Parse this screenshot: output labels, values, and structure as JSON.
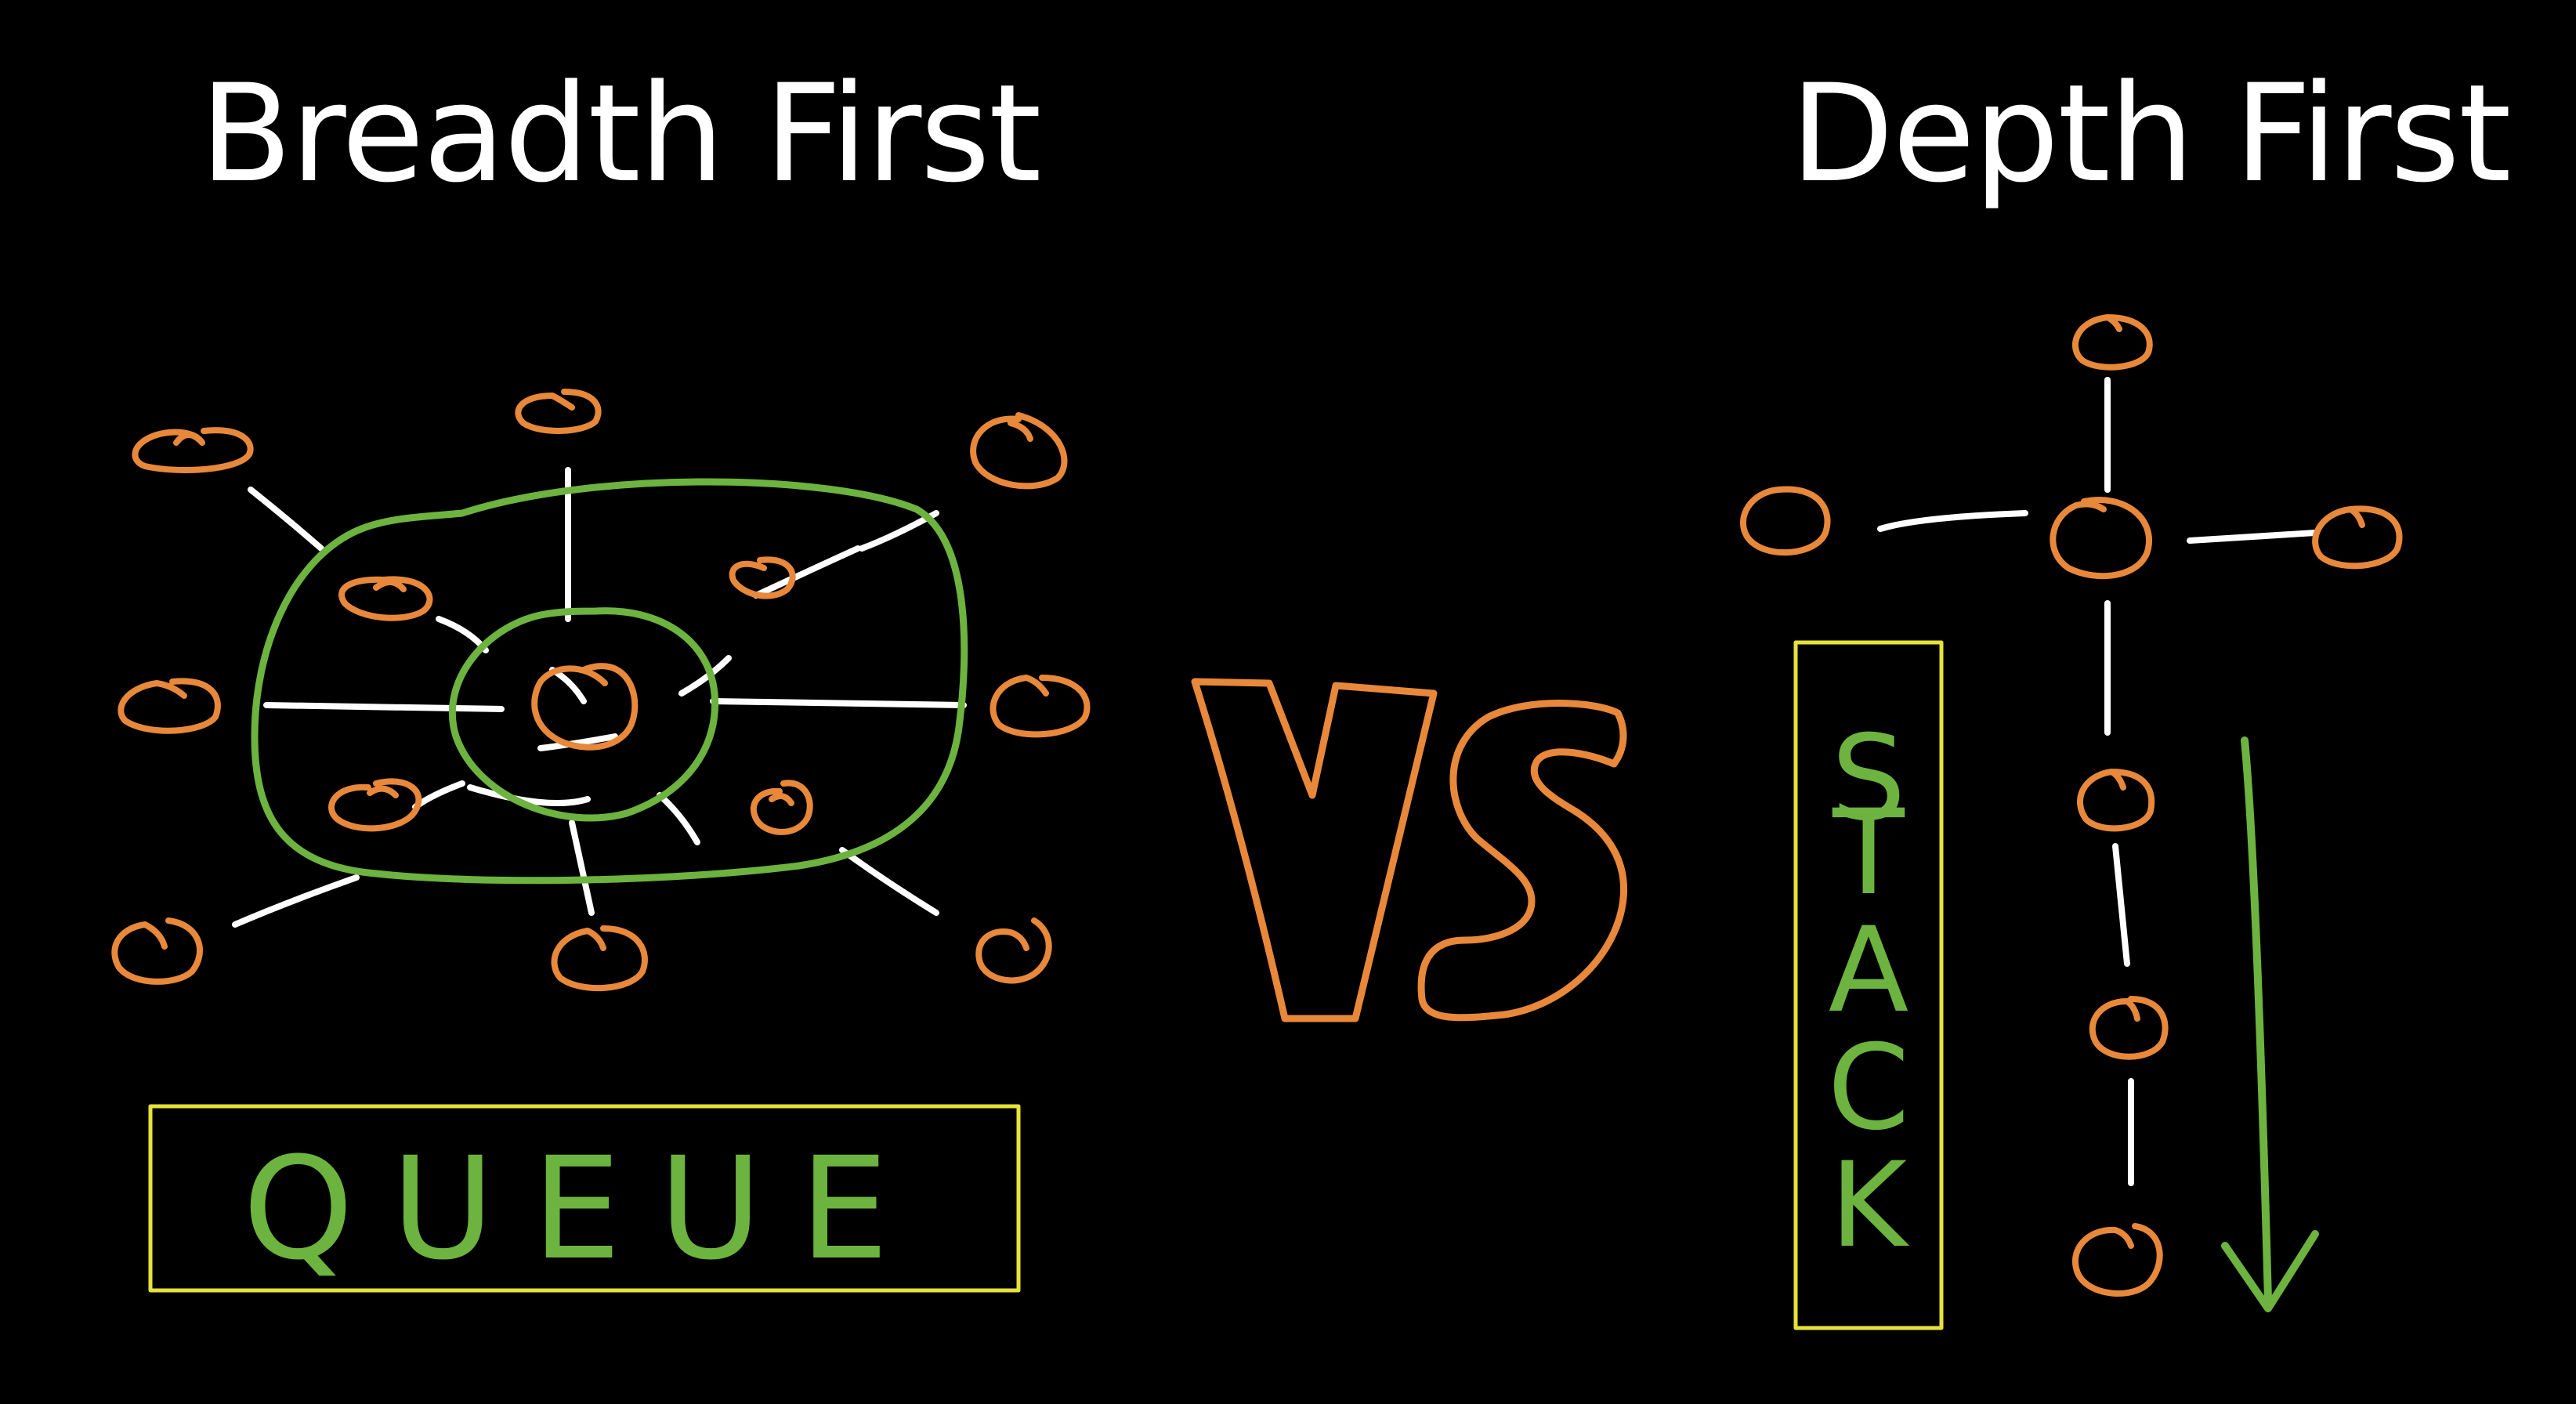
{
  "titles": {
    "left": "Breadth First",
    "right": "Depth First"
  },
  "labels": {
    "vs": "VS",
    "queue": "QUEUE",
    "stack": "STACK"
  },
  "colors": {
    "background": "#000000",
    "text": "#ffffff",
    "node": "#e8883a",
    "ring": "#6db33f",
    "edge": "#ffffff",
    "box": "#e6e23a",
    "vs": "#e8883a",
    "handwriting": "#6db33f",
    "arrow": "#6db33f"
  }
}
